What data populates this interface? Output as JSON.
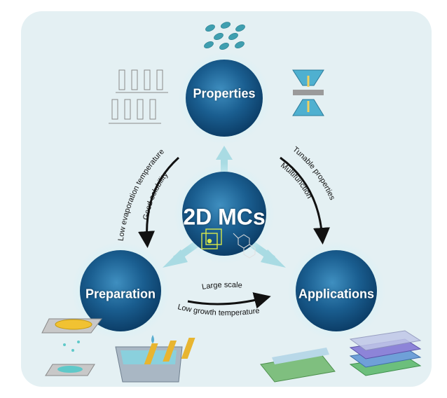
{
  "center": {
    "title": "2D MCs"
  },
  "nodes": {
    "top": "Properties",
    "left": "Preparation",
    "right": "Applications"
  },
  "arcs": {
    "left_outer": "Low evaporation temperature",
    "left_inner": "Good solubility",
    "right_outer": "Tunable properties",
    "right_inner": "Multifunction",
    "bottom_top": "Large scale",
    "bottom_bottom": "Low growth temperature"
  },
  "colors": {
    "background_panel": "#e4f0f3",
    "node_dark": "#0f4a78",
    "node_mid": "#2f7fb0",
    "glow": "#bfe6ee",
    "arrow": "#a9dbe3"
  },
  "icons": {
    "top_left": "molecular-crystal-lattice-icon",
    "top_right": "diamond-anvil-cell-icon",
    "top_center": "crystal-flakes-icon",
    "bottom_left_1": "substrate-evaporation-icon",
    "bottom_left_2": "solution-bath-icon",
    "bottom_right_1": "electrode-device-icon",
    "bottom_right_2": "layered-stack-icon",
    "center_1": "unit-cell-icon",
    "center_2": "molecule-icon"
  }
}
